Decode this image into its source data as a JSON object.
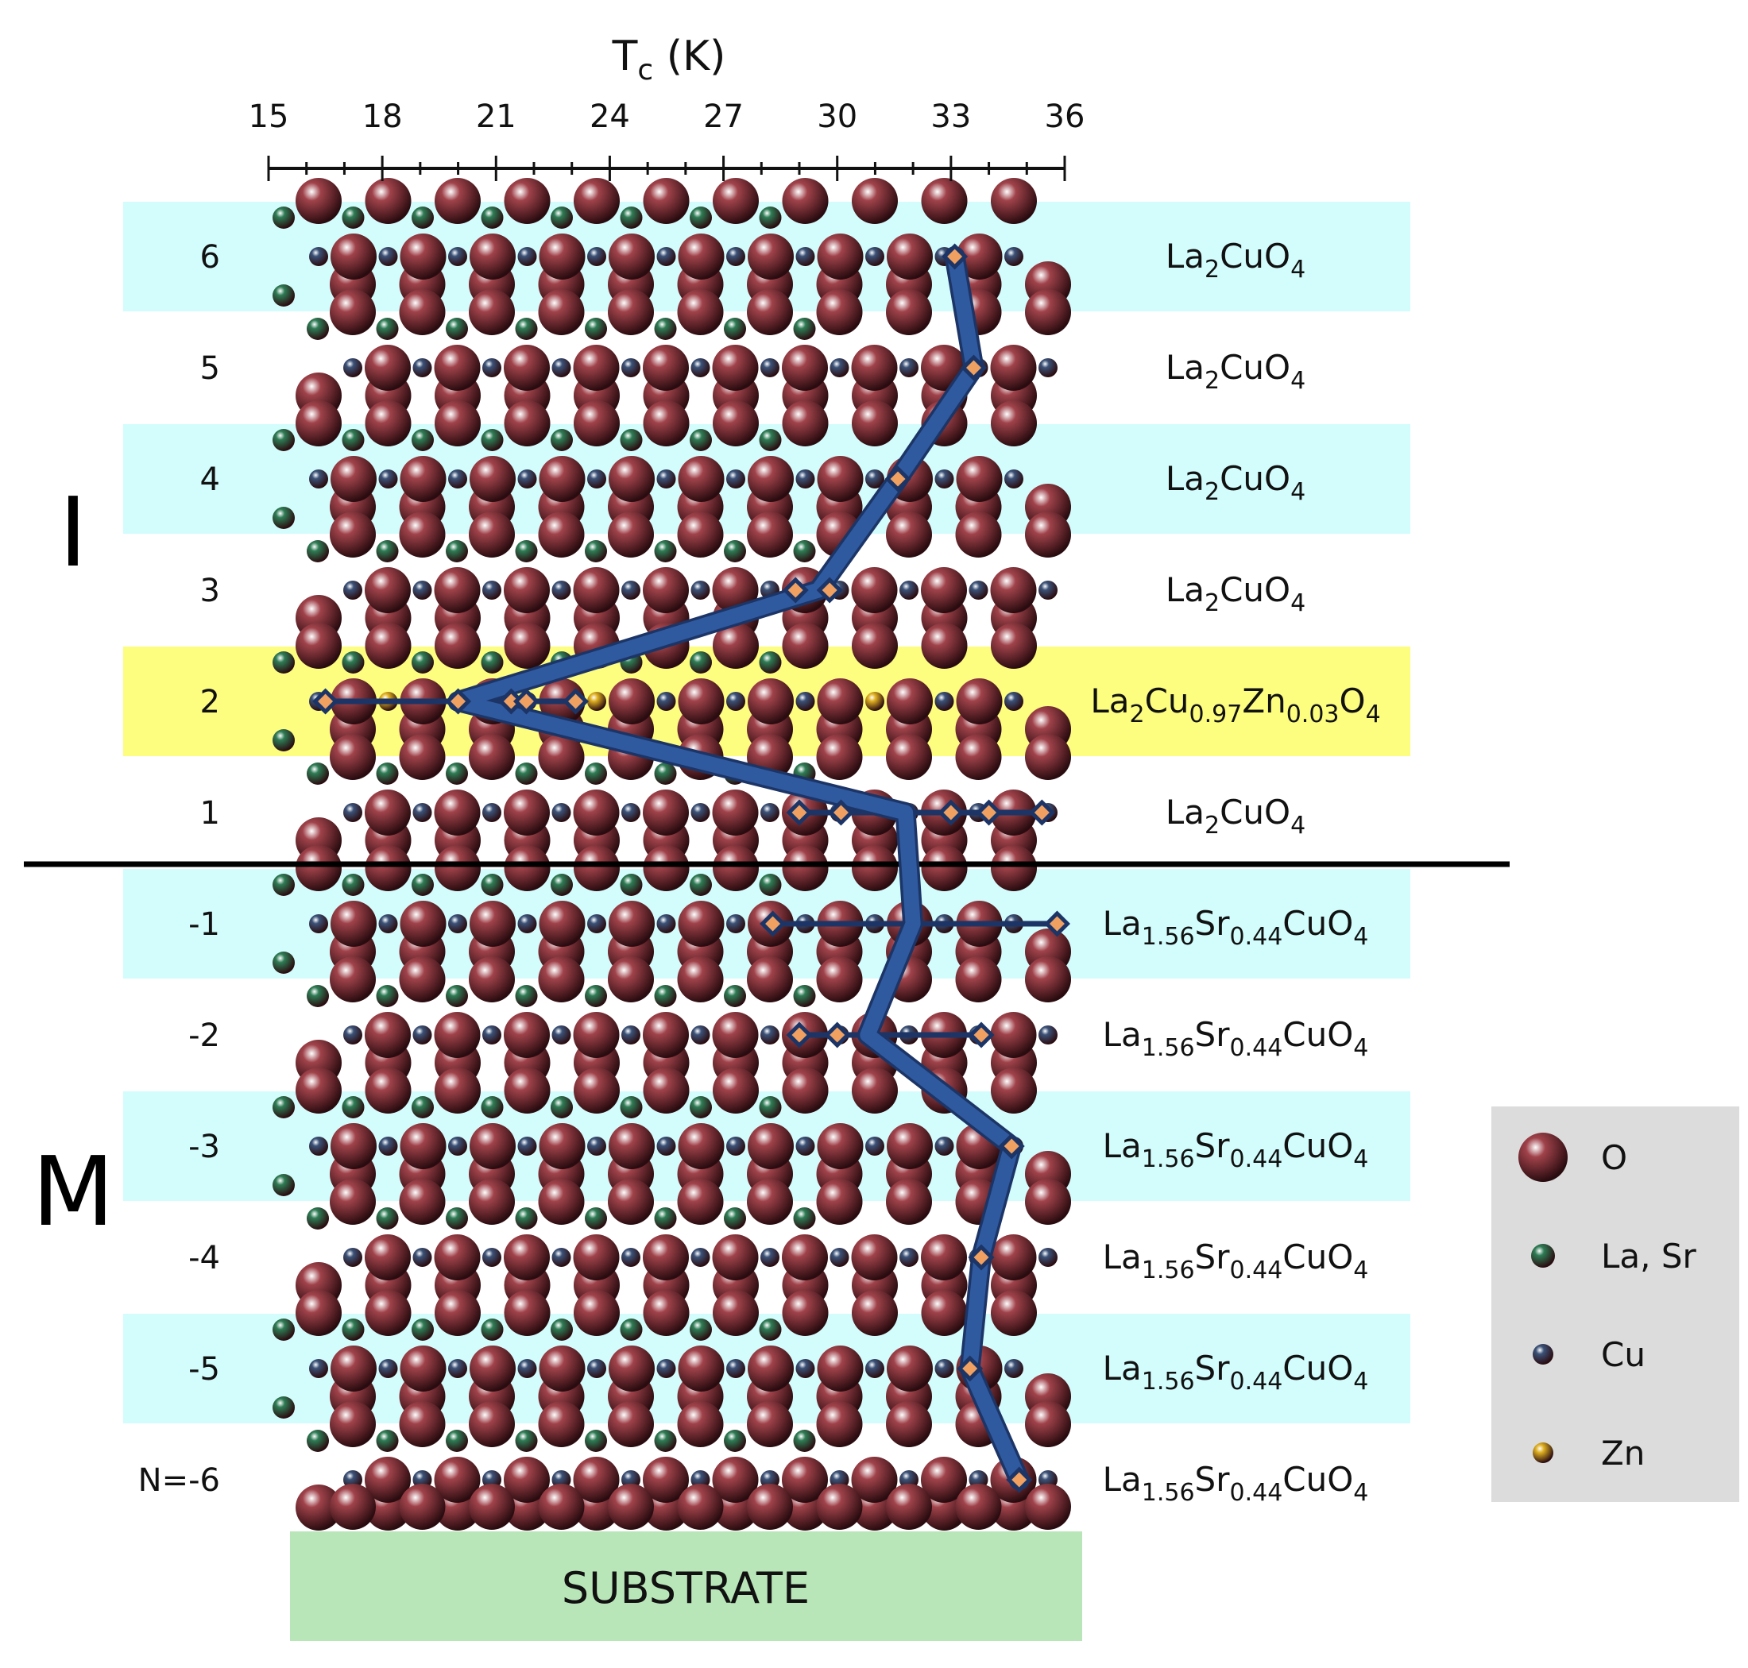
{
  "axis": {
    "label_main": "T",
    "label_sub": "c",
    "label_unit": " (K)",
    "min": 15,
    "max": 36,
    "ticks": [
      "15",
      "18",
      "21",
      "24",
      "27",
      "30",
      "33",
      "36"
    ]
  },
  "regions": {
    "interface": "I",
    "metal": "M"
  },
  "substrate_label": "SUBSTRATE",
  "layers": [
    {
      "n": 6,
      "label": "6",
      "band": "#d3fdfd",
      "formula": [
        [
          "La",
          ""
        ],
        [
          "2",
          "sub"
        ],
        [
          "CuO",
          ""
        ],
        [
          "4",
          "sub"
        ]
      ]
    },
    {
      "n": 5,
      "label": "5",
      "band": "",
      "formula": [
        [
          "La",
          ""
        ],
        [
          "2",
          "sub"
        ],
        [
          "CuO",
          ""
        ],
        [
          "4",
          "sub"
        ]
      ]
    },
    {
      "n": 4,
      "label": "4",
      "band": "#d3fdfd",
      "formula": [
        [
          "La",
          ""
        ],
        [
          "2",
          "sub"
        ],
        [
          "CuO",
          ""
        ],
        [
          "4",
          "sub"
        ]
      ]
    },
    {
      "n": 3,
      "label": "3",
      "band": "",
      "formula": [
        [
          "La",
          ""
        ],
        [
          "2",
          "sub"
        ],
        [
          "CuO",
          ""
        ],
        [
          "4",
          "sub"
        ]
      ]
    },
    {
      "n": 2,
      "label": "2",
      "band": "#fdfd80",
      "formula": [
        [
          "La",
          ""
        ],
        [
          "2",
          "sub"
        ],
        [
          "Cu",
          ""
        ],
        [
          "0.97",
          "sub"
        ],
        [
          "Zn",
          ""
        ],
        [
          "0.03",
          "sub"
        ],
        [
          "O",
          ""
        ],
        [
          "4",
          "sub"
        ]
      ]
    },
    {
      "n": 1,
      "label": "1",
      "band": "",
      "formula": [
        [
          "La",
          ""
        ],
        [
          "2",
          "sub"
        ],
        [
          "CuO",
          ""
        ],
        [
          "4",
          "sub"
        ]
      ]
    },
    {
      "n": -1,
      "label": "-1",
      "band": "#d3fdfd",
      "formula": [
        [
          "La",
          ""
        ],
        [
          "1.56",
          "sub"
        ],
        [
          "Sr",
          ""
        ],
        [
          "0.44",
          "sub"
        ],
        [
          "CuO",
          ""
        ],
        [
          "4",
          "sub"
        ]
      ]
    },
    {
      "n": -2,
      "label": "-2",
      "band": "",
      "formula": [
        [
          "La",
          ""
        ],
        [
          "1.56",
          "sub"
        ],
        [
          "Sr",
          ""
        ],
        [
          "0.44",
          "sub"
        ],
        [
          "CuO",
          ""
        ],
        [
          "4",
          "sub"
        ]
      ]
    },
    {
      "n": -3,
      "label": "-3",
      "band": "#d3fdfd",
      "formula": [
        [
          "La",
          ""
        ],
        [
          "1.56",
          "sub"
        ],
        [
          "Sr",
          ""
        ],
        [
          "0.44",
          "sub"
        ],
        [
          "CuO",
          ""
        ],
        [
          "4",
          "sub"
        ]
      ]
    },
    {
      "n": -4,
      "label": "-4",
      "band": "",
      "formula": [
        [
          "La",
          ""
        ],
        [
          "1.56",
          "sub"
        ],
        [
          "Sr",
          ""
        ],
        [
          "0.44",
          "sub"
        ],
        [
          "CuO",
          ""
        ],
        [
          "4",
          "sub"
        ]
      ]
    },
    {
      "n": -5,
      "label": "-5",
      "band": "#d3fdfd",
      "formula": [
        [
          "La",
          ""
        ],
        [
          "1.56",
          "sub"
        ],
        [
          "Sr",
          ""
        ],
        [
          "0.44",
          "sub"
        ],
        [
          "CuO",
          ""
        ],
        [
          "4",
          "sub"
        ]
      ]
    },
    {
      "n": -6,
      "label": "N=-6",
      "band": "",
      "formula": [
        [
          "La",
          ""
        ],
        [
          "1.56",
          "sub"
        ],
        [
          "Sr",
          ""
        ],
        [
          "0.44",
          "sub"
        ],
        [
          "CuO",
          ""
        ],
        [
          "4",
          "sub"
        ]
      ]
    }
  ],
  "legend": [
    {
      "label": "O",
      "atom": "O"
    },
    {
      "label": "La, Sr",
      "atom": "La"
    },
    {
      "label": "Cu",
      "atom": "Cu"
    },
    {
      "label": "Zn",
      "atom": "Zn"
    }
  ],
  "colors": {
    "O": "#a0424a",
    "La": "#2e7c55",
    "Cu": "#3b5278",
    "Zn": "#e0b020",
    "line": "#2f5aa0",
    "line_edge": "#1c3566",
    "marker": "#f0a060",
    "substrate": "#b9e6b9",
    "legend_bg": "#dcdcdc"
  },
  "chart_data": {
    "type": "line",
    "xlabel": "Tc (K)",
    "xlim": [
      15,
      36
    ],
    "main_curve": [
      {
        "layer": 6,
        "tc": 33.1
      },
      {
        "layer": 5,
        "tc": 33.6
      },
      {
        "layer": 4,
        "tc": 31.6
      },
      {
        "layer": 3,
        "tc": 29.5
      },
      {
        "layer": 2,
        "tc": 20.0
      },
      {
        "layer": 1,
        "tc": 31.8
      },
      {
        "layer": -1,
        "tc": 32.0
      },
      {
        "layer": -2,
        "tc": 30.8
      },
      {
        "layer": -3,
        "tc": 34.6
      },
      {
        "layer": -4,
        "tc": 33.8
      },
      {
        "layer": -5,
        "tc": 33.5
      },
      {
        "layer": -6,
        "tc": 34.8
      }
    ],
    "layer_points": [
      {
        "layer": 6,
        "tc": [
          33.1
        ]
      },
      {
        "layer": 5,
        "tc": [
          33.6
        ]
      },
      {
        "layer": 4,
        "tc": [
          31.6
        ]
      },
      {
        "layer": 3,
        "tc": [
          28.9,
          29.8
        ]
      },
      {
        "layer": 2,
        "tc": [
          16.5,
          20.0,
          21.4,
          21.8,
          23.1
        ]
      },
      {
        "layer": 1,
        "tc": [
          29.0,
          30.1,
          33.0,
          34.0,
          35.4
        ]
      },
      {
        "layer": -1,
        "tc": [
          28.3,
          35.8
        ]
      },
      {
        "layer": -2,
        "tc": [
          29.0,
          30.0,
          33.8
        ]
      },
      {
        "layer": -3,
        "tc": [
          34.6
        ]
      },
      {
        "layer": -4,
        "tc": [
          33.8
        ]
      },
      {
        "layer": -5,
        "tc": [
          33.5
        ]
      },
      {
        "layer": -6,
        "tc": [
          34.8
        ]
      }
    ]
  }
}
